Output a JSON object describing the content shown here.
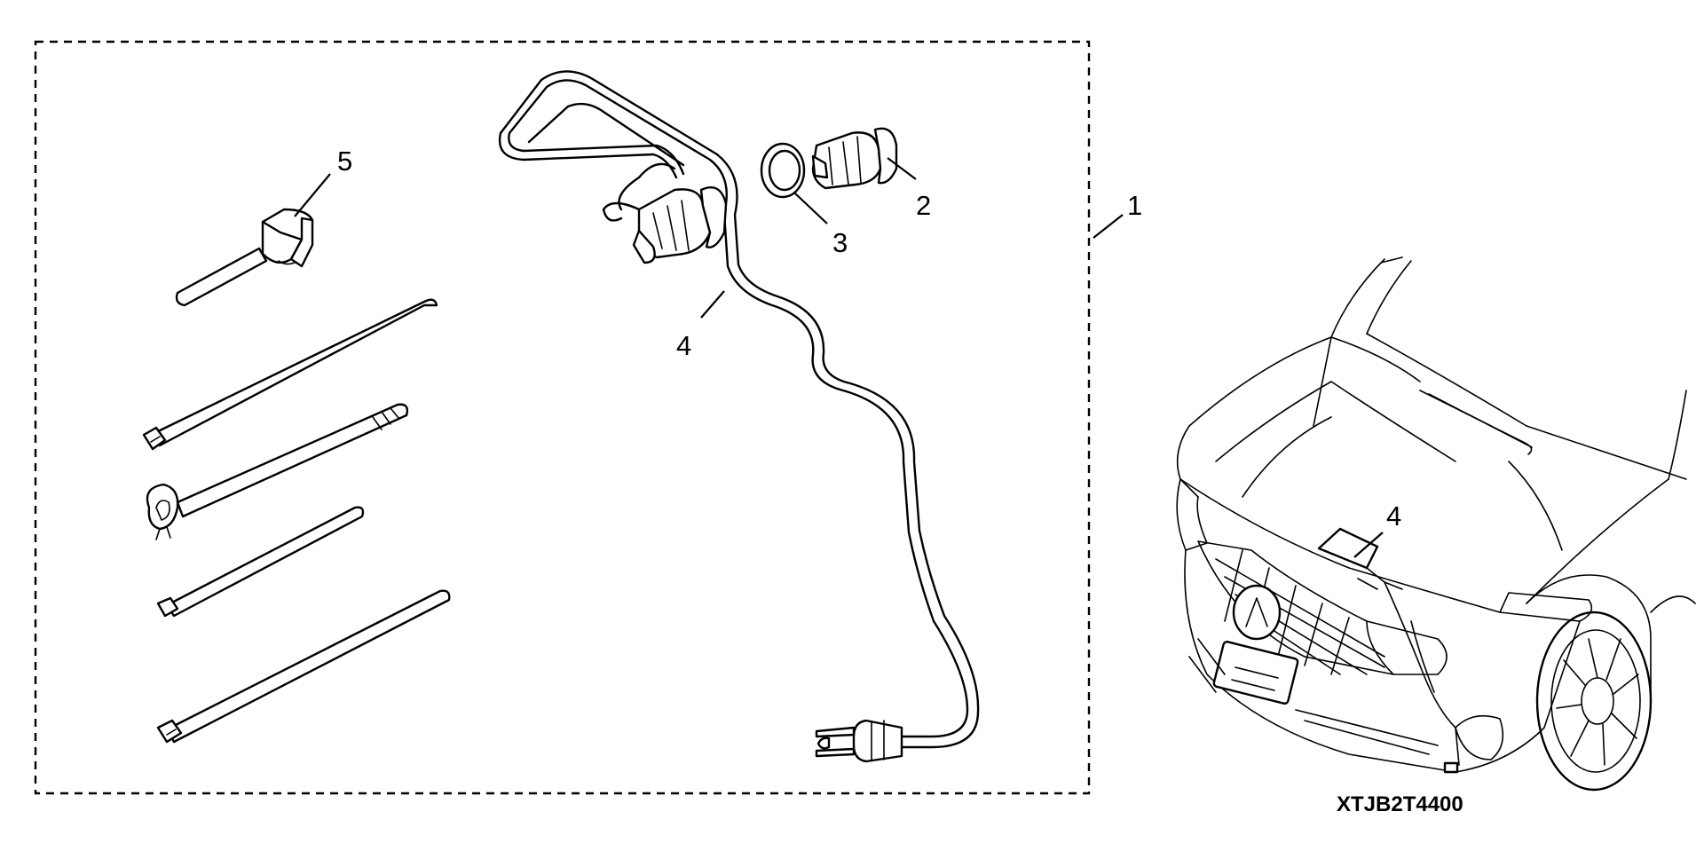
{
  "diagram": {
    "colors": {
      "line": "#000000",
      "background": "#ffffff"
    },
    "kit_frame": {
      "callout": "1",
      "style": "dashed"
    },
    "callouts": [
      {
        "id": "callout-5",
        "label": "5",
        "part": "clip-tie"
      },
      {
        "id": "callout-2",
        "label": "2",
        "part": "grommet-plug"
      },
      {
        "id": "callout-3",
        "label": "3",
        "part": "o-ring"
      },
      {
        "id": "callout-4",
        "label": "4",
        "part": "heater-cord"
      },
      {
        "id": "callout-4b",
        "label": "4",
        "part": "heater-cord-installed"
      }
    ],
    "illustration_code": "XTJB2T4400"
  }
}
